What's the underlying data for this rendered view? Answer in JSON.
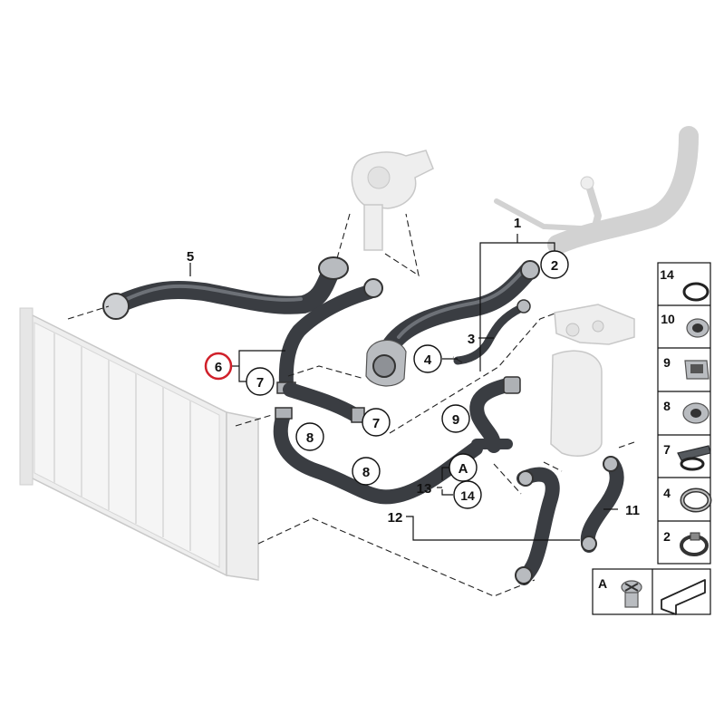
{
  "diagram": {
    "callouts": [
      {
        "key": "c1",
        "label": "1"
      },
      {
        "key": "c2",
        "label": "2"
      },
      {
        "key": "c3",
        "label": "3"
      },
      {
        "key": "c4",
        "label": "4"
      },
      {
        "key": "c5",
        "label": "5"
      },
      {
        "key": "c6",
        "label": "6",
        "highlight": true
      },
      {
        "key": "c7a",
        "label": "7"
      },
      {
        "key": "c7b",
        "label": "7"
      },
      {
        "key": "c8a",
        "label": "8"
      },
      {
        "key": "c8b",
        "label": "8"
      },
      {
        "key": "c9",
        "label": "9"
      },
      {
        "key": "c11",
        "label": "11"
      },
      {
        "key": "c12",
        "label": "12"
      },
      {
        "key": "c13",
        "label": "13"
      },
      {
        "key": "cA",
        "label": "A"
      },
      {
        "key": "c14",
        "label": "14"
      }
    ],
    "legend": {
      "items": [
        {
          "label": "14",
          "icon": "o-ring-seal-icon"
        },
        {
          "label": "10",
          "icon": "hose-connector-icon"
        },
        {
          "label": "9",
          "icon": "hose-clip-icon"
        },
        {
          "label": "8",
          "icon": "quick-connector-icon"
        },
        {
          "label": "7",
          "icon": "spring-clamp-icon"
        },
        {
          "label": "4",
          "icon": "band-clamp-icon"
        },
        {
          "label": "2",
          "icon": "worm-clamp-icon"
        }
      ],
      "bottom": {
        "label": "A",
        "icon": "drain-plug-icon",
        "arrow_icon": "direction-arrow-icon"
      }
    },
    "colors": {
      "hose": "#3a3d42",
      "ghost": "#d2d2d2",
      "highlight": "#d0202a"
    }
  }
}
